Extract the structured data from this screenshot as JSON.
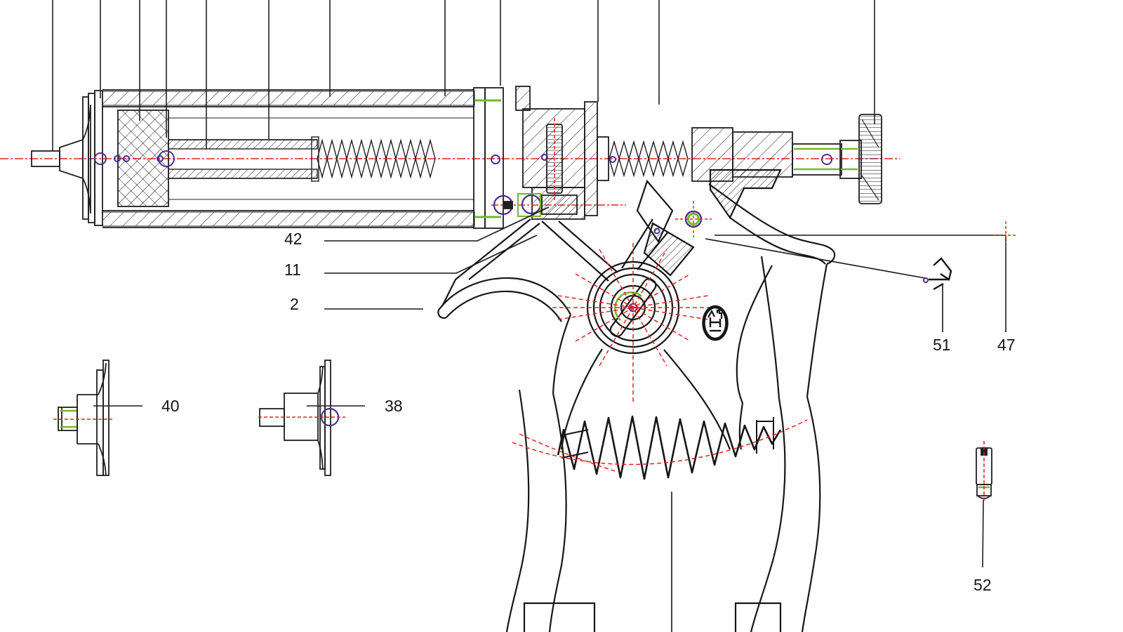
{
  "diagram": {
    "kind": "technical-exploded-drawing",
    "subject": "pistol-grip automatic syringe sectional parts diagram",
    "colors": {
      "line": "#1f1f1f",
      "centerline_red": "#e8211d",
      "accent_green": "#76b82a",
      "accent_purple": "#4f2d8f",
      "background": "#ffffff"
    },
    "labels": {
      "l42": "42",
      "l11": "11",
      "l2": "2",
      "l40": "40",
      "l38": "38",
      "l51": "51",
      "l47": "47",
      "l52": "52"
    }
  }
}
